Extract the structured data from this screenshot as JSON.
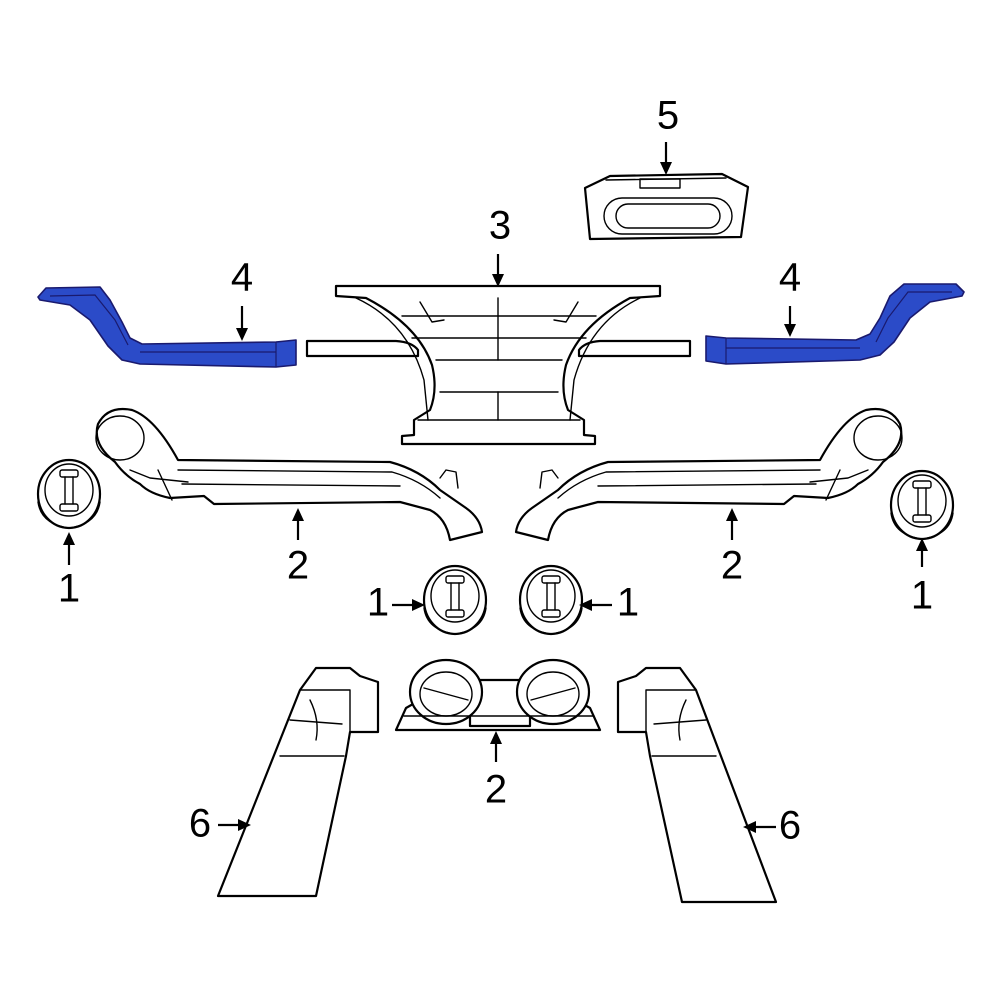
{
  "highlight_color": "#2b4bc8",
  "callouts": [
    {
      "id": "c1",
      "text": "1"
    },
    {
      "id": "c2",
      "text": "1"
    },
    {
      "id": "c3",
      "text": "1"
    },
    {
      "id": "c4",
      "text": "1"
    },
    {
      "id": "c5",
      "text": "2"
    },
    {
      "id": "c6",
      "text": "2"
    },
    {
      "id": "c7",
      "text": "2"
    },
    {
      "id": "c8",
      "text": "3"
    },
    {
      "id": "c9",
      "text": "4"
    },
    {
      "id": "c10",
      "text": "4"
    },
    {
      "id": "c11",
      "text": "5"
    },
    {
      "id": "c12",
      "text": "6"
    },
    {
      "id": "c13",
      "text": "6"
    }
  ]
}
